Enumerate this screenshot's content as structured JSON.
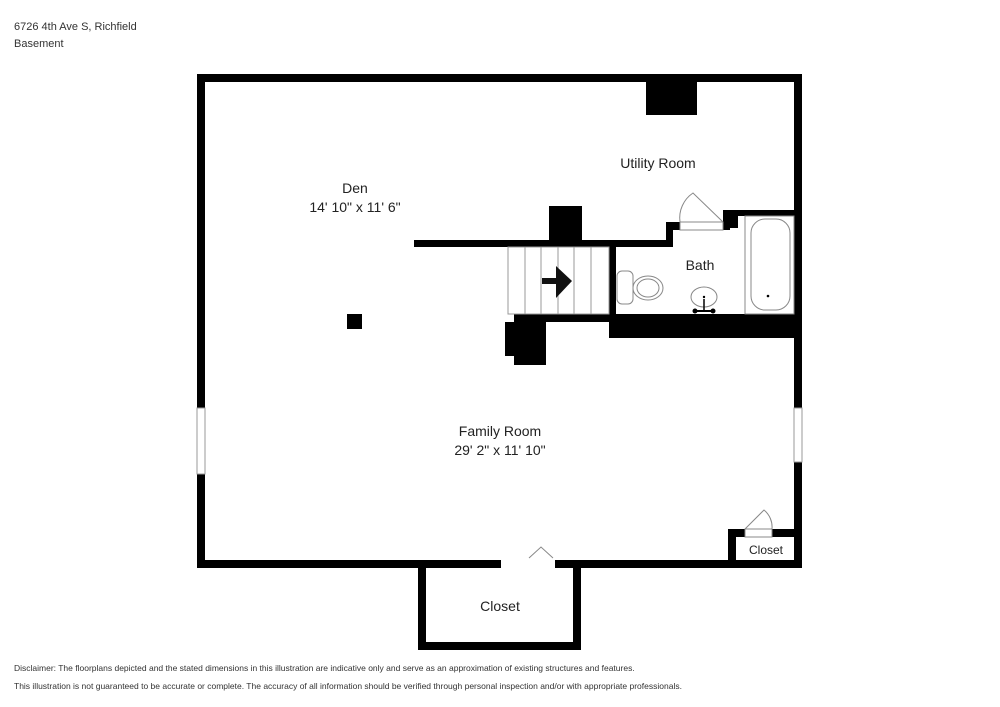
{
  "header": {
    "address": "6726 4th Ave S, Richfield",
    "level": "Basement"
  },
  "rooms": {
    "den": {
      "name": "Den",
      "dimensions": "14' 10\" x 11' 6\""
    },
    "utility": {
      "name": "Utility Room"
    },
    "bath": {
      "name": "Bath"
    },
    "family": {
      "name": "Family Room",
      "dimensions": "29' 2\" x 11' 10\""
    },
    "closet_bottom": {
      "name": "Closet"
    },
    "closet_right": {
      "name": "Closet"
    }
  },
  "disclaimer": {
    "line1": "Disclaimer: The floorplans depicted and the stated dimensions in this illustration are indicative only and serve as an approximation of existing structures and features.",
    "line2": "This illustration is not guaranteed to be accurate or complete. The accuracy of all information should be verified through personal inspection and/or with appropriate professionals."
  },
  "colors": {
    "wall": "#000000",
    "fixture_stroke": "#888888",
    "background": "#ffffff"
  }
}
